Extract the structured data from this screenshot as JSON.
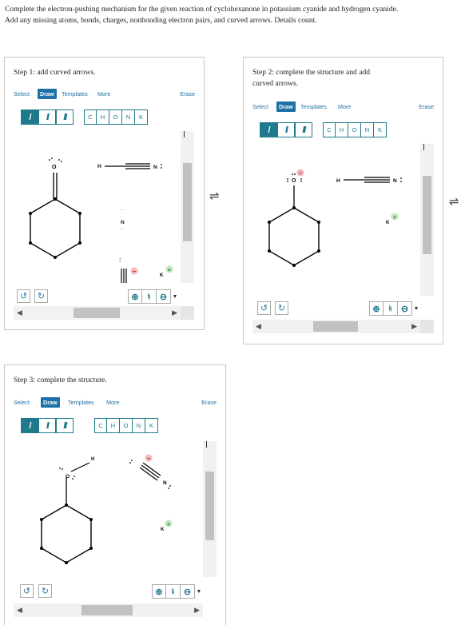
{
  "instructions": {
    "line1": "Complete the electron-pushing mechanism for the given reaction of cyclohexanone in potassium cyanide and hydrogen cyanide.",
    "line2": "Add any missing atoms, bonds, charges, nonbonding electron pairs, and curved arrows. Details count."
  },
  "toolbar": {
    "select": "Select",
    "draw": "Draw",
    "templates": "Templates",
    "more": "More",
    "erase": "Erase",
    "bonds": [
      "/",
      "//",
      "///"
    ],
    "atoms": [
      "C",
      "H",
      "O",
      "N",
      "K"
    ]
  },
  "controls": {
    "undo_icon": "undo-icon",
    "redo_icon": "redo-icon",
    "zoom_in_icon": "zoom-in-icon",
    "zoom_reset_icon": "zoom-reset-icon",
    "zoom_out_icon": "zoom-out-icon"
  },
  "equilibrium_arrow": "⇌",
  "steps": [
    {
      "title": "Step 1: add curved arrows.",
      "labels": {
        "O": "O",
        "H": "H",
        "N1": "N",
        "N2": "N",
        "K": "K",
        "C": ":",
        "plus": "+",
        "minus": "−"
      }
    },
    {
      "title_line1": "Step 2: complete the structure and add",
      "title_line2": "curved arrows.",
      "labels": {
        "O": "O",
        "H": "H",
        "N": "N",
        "K": "K",
        "plus": "+",
        "minus": "−"
      }
    },
    {
      "title": "Step 3: complete the structure.",
      "labels": {
        "O": "O",
        "H": "H",
        "N": "N",
        "K": "K",
        "plus": "+",
        "minus": "−"
      }
    }
  ]
}
